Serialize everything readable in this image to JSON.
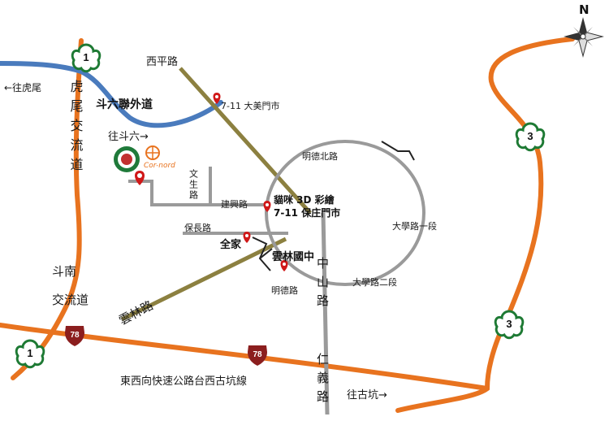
{
  "map": {
    "compass": {
      "north": "N"
    },
    "highways": {
      "fwy1": "1",
      "fwy3": "3",
      "prov78": "78"
    },
    "labels": {
      "huwei_direction": "←往虎尾",
      "huwei_interchange": "虎尾交流道",
      "douliu_connector": "斗六聯外道",
      "to_douliu": "往斗六→",
      "xiping_road": "西平路",
      "seven_eleven_damen": "7-11 大美門市",
      "mingde_north_rd": "明德北路",
      "daxue_rd_sec1": "大學路一段",
      "daxue_rd_sec2": "大學路二段",
      "wensheng_rd": "文生路",
      "jianxing_rd": "建興路",
      "cat_painting": "貓咪 3D 彩繪",
      "seven_eleven_baozhuang": "7-11 保庄門市",
      "baozhang_rd": "保長路",
      "familymart": "全家",
      "yunlin_junior_high": "雲林國中",
      "mingde_rd": "明德路",
      "zhongshan_rd": "中山路",
      "renyi_rd": "仁義路",
      "dounan_interchange": "斗南交流道",
      "yunlin_rd": "雲林路",
      "expressway": "東西向快速公路台西古坑線",
      "to_gukeng": "往古坑→",
      "brand_text": "Cor-nord"
    },
    "colors": {
      "freeway": "#e8731f",
      "connector": "#4a7bbd",
      "road_olive": "#8c8040",
      "road_gray": "#9a9a9a",
      "marker": "#d01818",
      "prov_shield": "#8b1e1e"
    }
  }
}
